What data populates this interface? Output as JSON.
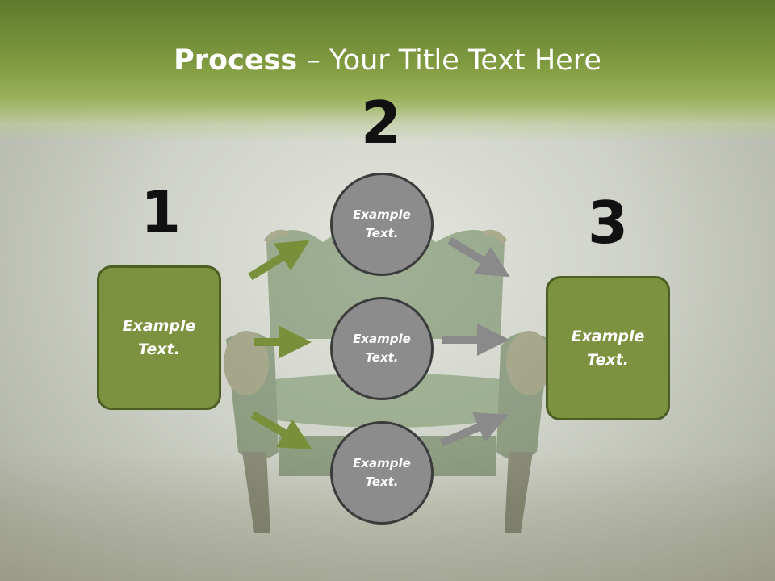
{
  "title": {
    "bold": "Process",
    "rest": " – Your Title Text Here"
  },
  "steps": [
    {
      "number": "1",
      "label": "Example\nText."
    },
    {
      "number": "2",
      "label": "Example\nText."
    },
    {
      "number": "3",
      "label": "Example\nText."
    }
  ],
  "circles": [
    {
      "label": "Example\nText."
    },
    {
      "label": "Example\nText."
    },
    {
      "label": "Example\nText."
    }
  ],
  "colors": {
    "accent_green": "#7d9240",
    "box_border": "#4d5e22",
    "circle_fill": "#8c8c8c",
    "gray_arrow": "#8a8a8a",
    "green_arrow": "#7a8f3a"
  }
}
